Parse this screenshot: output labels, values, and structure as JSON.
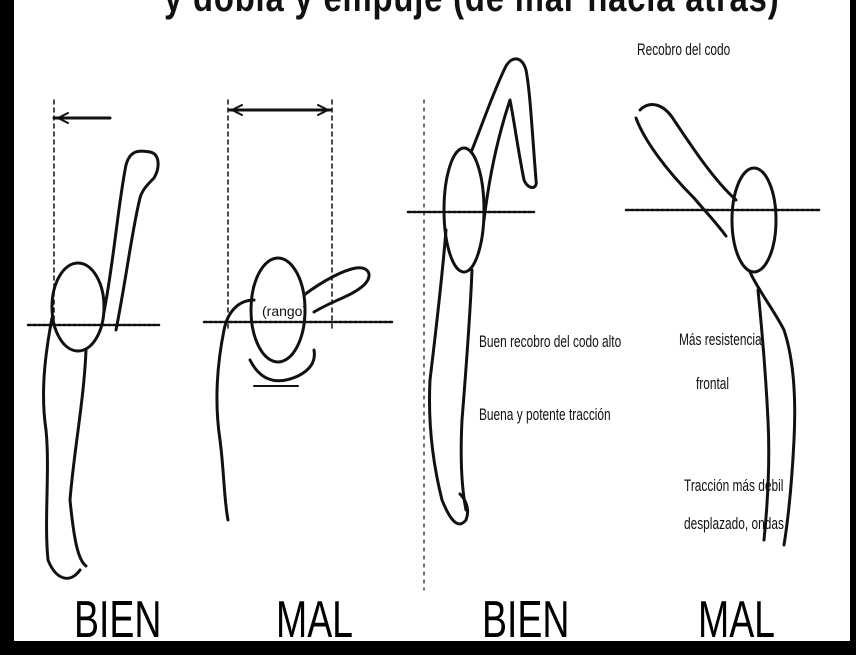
{
  "header": {
    "text": "y dobla y empuje (de mar hacia atrás)"
  },
  "annotations": {
    "codo_delante": "Recobro del codo",
    "codo_alto": "Buen recobro del codo alto",
    "buena_traccion": "Buena y potente tracción",
    "mas_resistencia_1": "Más resistencia",
    "mas_resistencia_2": "frontal",
    "traccion_debil_1": "Tracción más débil",
    "traccion_debil_2": "desplazado, ondas"
  },
  "labels": {
    "p1": "BIEN",
    "p2": "MAL",
    "p3": "BIEN",
    "p4": "MAL"
  },
  "colors": {
    "ink": "#111111",
    "background": "#ffffff",
    "border": "#000000"
  }
}
